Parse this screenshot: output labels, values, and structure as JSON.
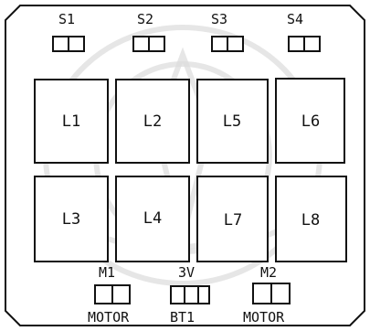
{
  "switches": [
    {
      "label": "S1"
    },
    {
      "label": "S2"
    },
    {
      "label": "S3"
    },
    {
      "label": "S4"
    }
  ],
  "pads": [
    {
      "label": "L1"
    },
    {
      "label": "L2"
    },
    {
      "label": "L5"
    },
    {
      "label": "L6"
    },
    {
      "label": "L3"
    },
    {
      "label": "L4"
    },
    {
      "label": "L7"
    },
    {
      "label": "L8"
    }
  ],
  "connectors": [
    {
      "top": "M1",
      "bottom": "MOTOR"
    },
    {
      "top": "3V",
      "bottom": "BT1"
    },
    {
      "top": "M2",
      "bottom": "MOTOR"
    }
  ]
}
